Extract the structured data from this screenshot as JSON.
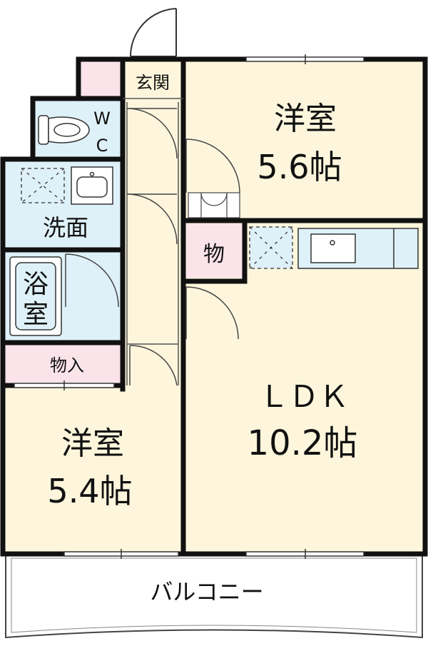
{
  "floorplan": {
    "rooms": {
      "western_room_1": {
        "name": "洋室",
        "size": "5.6帖"
      },
      "western_room_2": {
        "name": "洋室",
        "size": "5.4帖"
      },
      "ldk": {
        "name": "ＬＤＫ",
        "size": "10.2帖"
      },
      "entrance": "玄関",
      "wc": {
        "w": "W",
        "c": "C"
      },
      "washroom": "洗面",
      "bathroom": {
        "line1": "浴",
        "line2": "室"
      },
      "storage": "物",
      "closet": "物入",
      "balcony": "バルコニー"
    },
    "colors": {
      "wall": "#111111",
      "room_floor": "#fdf6dc",
      "wet_area": "#dff1f8",
      "storage": "#fbe3ea",
      "balcony": "#ffffff"
    }
  }
}
